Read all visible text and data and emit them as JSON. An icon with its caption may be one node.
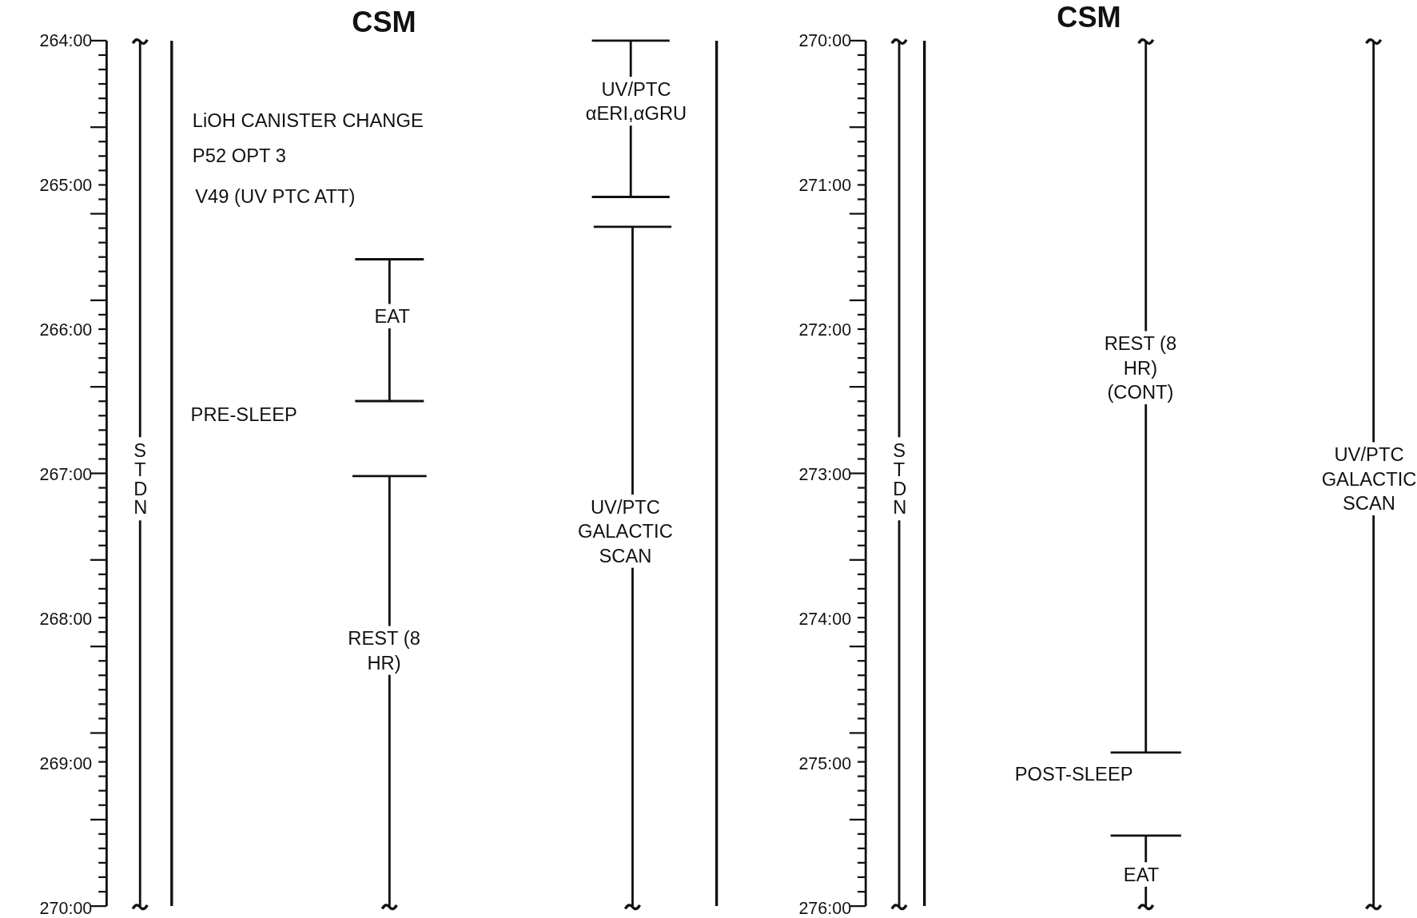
{
  "diagram": {
    "labels": [
      "CSM",
      "CSM",
      "264:00",
      "265:00",
      "266:00",
      "267:00",
      "268:00",
      "269:00",
      "270:00",
      "270:00",
      "271:00",
      "272:00",
      "273:00",
      "274:00",
      "275:00",
      "276:00",
      "STDN",
      "LiOH CANISTER CHANGE",
      "P52 OPT 3",
      "V49 (UV PTC ATT)",
      "EAT",
      "PRE-SLEEP",
      "REST (8 HR)",
      "UV/PTC αERI,αGRU",
      "UV/PTC GALACTIC SCAN",
      "STDN",
      "REST (8 HR) (CONT)",
      "POST-SLEEP",
      "EAT",
      "UV/PTC GALACTIC SCAN"
    ]
  }
}
